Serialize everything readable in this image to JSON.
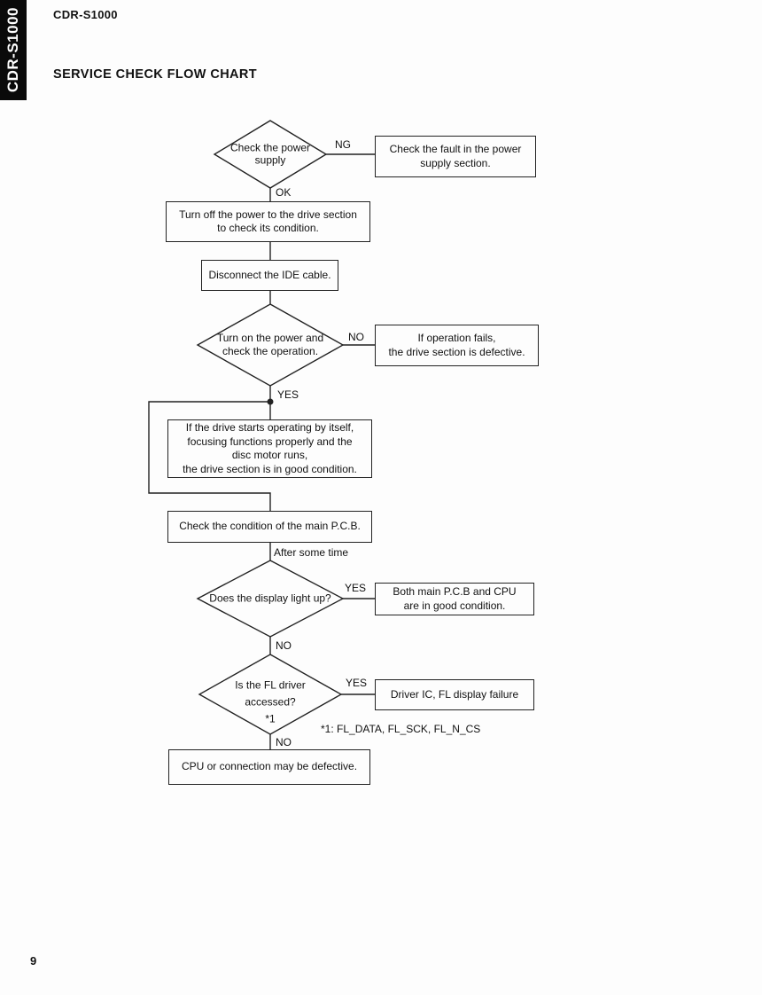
{
  "page": {
    "sidebar_tab": "CDR-S1000",
    "header_model": "CDR-S1000",
    "title": "SERVICE CHECK FLOW CHART",
    "page_number": "9"
  },
  "flowchart": {
    "diamond_power": "Check the power\nsupply",
    "edge_ng": "NG",
    "box_fault": "Check the fault in the power\nsupply section.",
    "edge_ok": "OK",
    "box_turn_off": "Turn off the power to the drive section\nto check its condition.",
    "box_disconnect": "Disconnect the IDE cable.",
    "diamond_turn_on": "Turn on the power and\ncheck the operation.",
    "edge_no_1": "NO",
    "box_op_fails": "If operation fails,\nthe drive section is defective.",
    "edge_yes_1": "YES",
    "box_drive_good": "If the drive starts operating by itself,\nfocusing functions properly and the\ndisc motor runs,\nthe drive section is in good condition.",
    "box_check_pcb": "Check the condition of the main P.C.B.",
    "edge_after_some_time": "After some time",
    "diamond_display": "Does the display light up?",
    "edge_yes_2": "YES",
    "box_pcb_good": "Both main P.C.B and CPU\nare in good condition.",
    "edge_no_2": "NO",
    "diamond_fl_driver": "Is the FL driver\naccessed?\n*1",
    "edge_yes_3": "YES",
    "box_driver_fail": "Driver IC, FL display failure",
    "note_fl_signals": "*1: FL_DATA, FL_SCK, FL_N_CS",
    "edge_no_3": "NO",
    "box_cpu_defective": "CPU or connection may be defective."
  }
}
